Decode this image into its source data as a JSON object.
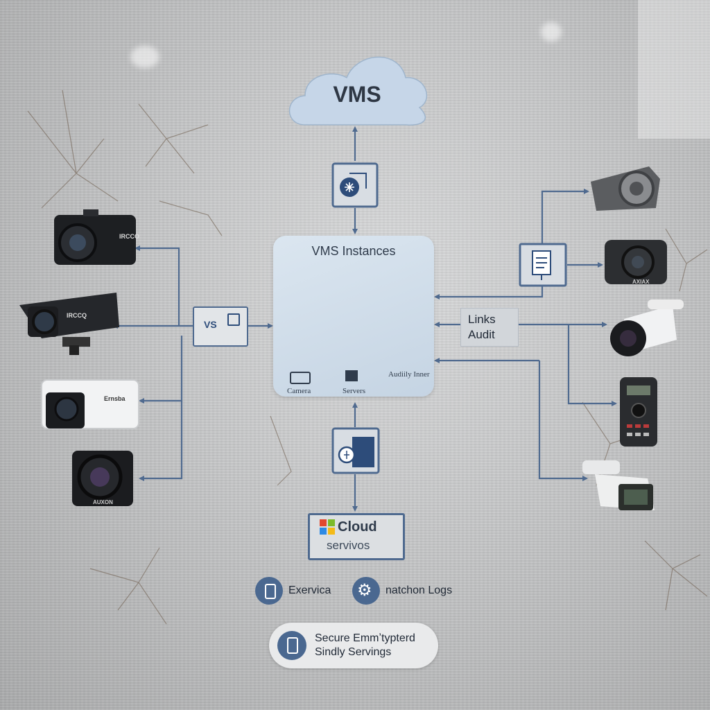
{
  "diagram": {
    "cloud_label": "VMS",
    "instances_title": "VMS Instances",
    "instance_labels": {
      "camera": "Camera",
      "servers": "Servers",
      "audit": "Audiily Inner"
    },
    "left_hub_text": "VS",
    "links_card": {
      "line1": "Links",
      "line2": "Audit"
    },
    "cloud_services": {
      "line1": "Cloud",
      "line2": "servivos"
    },
    "legend": {
      "item1": "Exervica",
      "item2": "natchon Logs"
    },
    "pill": {
      "line1": "Secure Emmʼtypterd",
      "line2": "Sindly Servings"
    },
    "camera_brands": {
      "left1": "IRCCO",
      "left2": "IRCCQ",
      "left3": "Ernsba",
      "left4": "AUXON",
      "right2": "AXIAX"
    },
    "colors": {
      "connector": "#4f6a8f",
      "cloud": "#c6d6e8",
      "panel": "#d4dfea",
      "badge": "#4a6890"
    }
  }
}
